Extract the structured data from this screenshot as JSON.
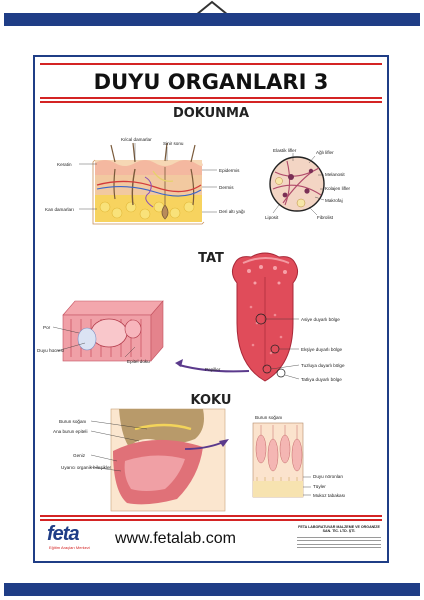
{
  "poster": {
    "title": "DUYU ORGANLARI 3",
    "sections": {
      "touch": "DOKUNMA",
      "taste": "TAT",
      "smell": "KOKU"
    },
    "touch_labels": {
      "capillaries": "Kılcal damarlar",
      "nerve_ending": "Sinir sonu",
      "keratin": "Keratin",
      "epidermis": "Epidermis",
      "dermis": "Dermis",
      "blood_vessels": "Kan damarları",
      "subcutaneous_fat": "Deri altı yağı",
      "elastic_fibers": "Elastik lifler",
      "reticular_fibers": "Ağlı lifler",
      "melanocyte": "Melanosit",
      "collagen_fibers": "Kolajen lifler",
      "macrophage": "Makrofaj",
      "adipocyte": "Liposit",
      "fibroblast": "Fibrolist"
    },
    "taste_labels": {
      "pore": "Por",
      "taste_cell": "Duyu hücresi",
      "epithelium": "Epitel doku",
      "sour_region": "Asiye duyarlı bölge",
      "salty_region": "Ekşiye duyarlı bölge",
      "bitter_region": "Tuzluya duyarlı bölge",
      "sweet_region": "Tatlıya duyarlı bölge",
      "papillae": "Papiller"
    },
    "smell_labels": {
      "olfactory_bulb": "Burun soğanı",
      "nasal_epithelium": "Ana burun epiteli",
      "palate": "Geniz",
      "olfactory_organ": "Uyarıcı organik bileşikler",
      "bulb_detail": "Burun soğanı",
      "sensory_neurons": "Duyu nöronları",
      "cilia": "Tüyler",
      "mucus_layer": "Mukoz tabakası"
    },
    "footer": {
      "logo_text": "feta",
      "logo_tagline": "Eğitim Araçları Merkezi",
      "website": "www.fetalab.com",
      "company": "FETA LABORATUVAR MALZEME VE ORGANİZE SAN. TİC. LTD. ŞTİ."
    },
    "colors": {
      "rod": "#1f3d86",
      "accent_red": "#d42424",
      "skin": "#f2c9a0",
      "tongue": "#e04c5a"
    }
  }
}
